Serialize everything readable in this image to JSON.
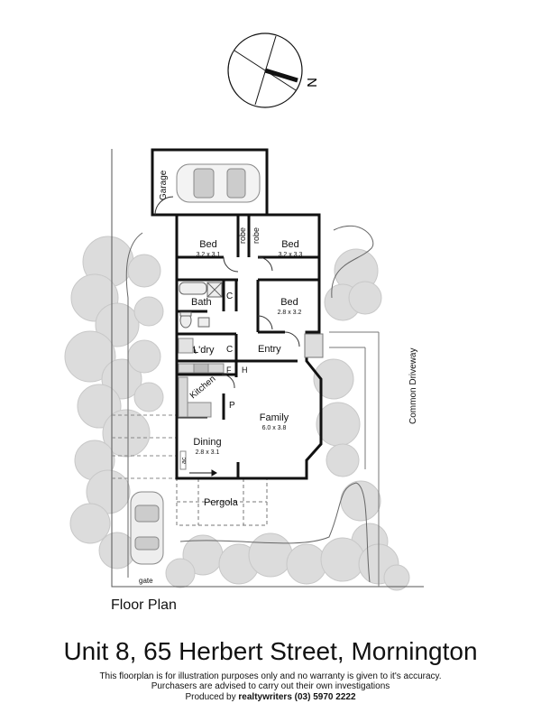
{
  "compass": {
    "north_label": "N"
  },
  "rooms": {
    "garage": "Garage",
    "bed1": {
      "name": "Bed",
      "size": "3.2 x 3.1"
    },
    "bed2": {
      "name": "Bed",
      "size": "3.2 x 3.3"
    },
    "bed3": {
      "name": "Bed",
      "size": "2.8 x 3.2"
    },
    "robe1": "robe",
    "robe2": "robe",
    "bath": "Bath",
    "c1": "C",
    "c2": "C",
    "ldry": "L'dry",
    "entry": "Entry",
    "f": "F",
    "h": "H",
    "kitchen": "Kitchen",
    "p": "P",
    "family": {
      "name": "Family",
      "size": "6.0 x 3.8"
    },
    "dining": {
      "name": "Dining",
      "size": "2.8 x 3.1"
    },
    "ac": "ac",
    "pergola": "Pergola",
    "gate": "gate"
  },
  "site": {
    "common_driveway": "Common Driveway"
  },
  "floor_plan_label": "Floor  Plan",
  "address": "Unit 8, 65 Herbert Street, Mornington",
  "disclaimer": {
    "line1": "This floorplan is for illustration purposes only and no warranty is given to it's accuracy.",
    "line2": "Purchasers are advised to carry out their own investigations",
    "line3_prefix": "Produced by ",
    "line3_brand": "realtywriters",
    "line3_phone": " (03) 5970 2222"
  }
}
